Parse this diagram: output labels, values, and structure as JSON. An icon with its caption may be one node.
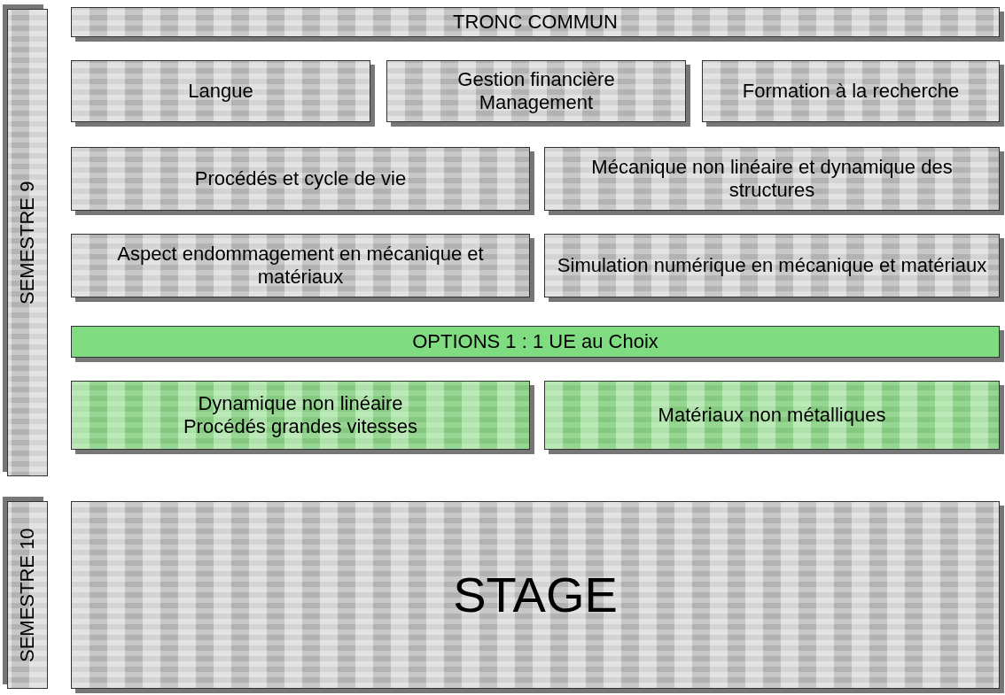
{
  "diagram": {
    "nodes": [
      {
        "text": [
          "SEMESTRE 9"
        ]
      },
      {
        "text": [
          "TRONC COMMUN"
        ]
      },
      {
        "text": [
          "Langue"
        ]
      },
      {
        "text": [
          "Gestion financière",
          "Management"
        ]
      },
      {
        "text": [
          "Formation à la recherche"
        ]
      },
      {
        "text": [
          "Procédés et cycle de vie"
        ]
      },
      {
        "text": [
          "Mécanique non linéaire et dynamique des structures"
        ]
      },
      {
        "text": [
          "Aspect endommagement en mécanique et matériaux"
        ]
      },
      {
        "text": [
          "Simulation numérique en mécanique et matériaux"
        ]
      },
      {
        "text": [
          "OPTIONS 1 : 1 UE au Choix"
        ]
      },
      {
        "text": [
          "Dynamique non linéaire",
          "Procédés grandes vitesses"
        ]
      },
      {
        "text": [
          "Matériaux non métalliques"
        ]
      },
      {
        "text": [
          "SEMESTRE 10"
        ]
      },
      {
        "text": [
          "STAGE"
        ]
      }
    ]
  }
}
